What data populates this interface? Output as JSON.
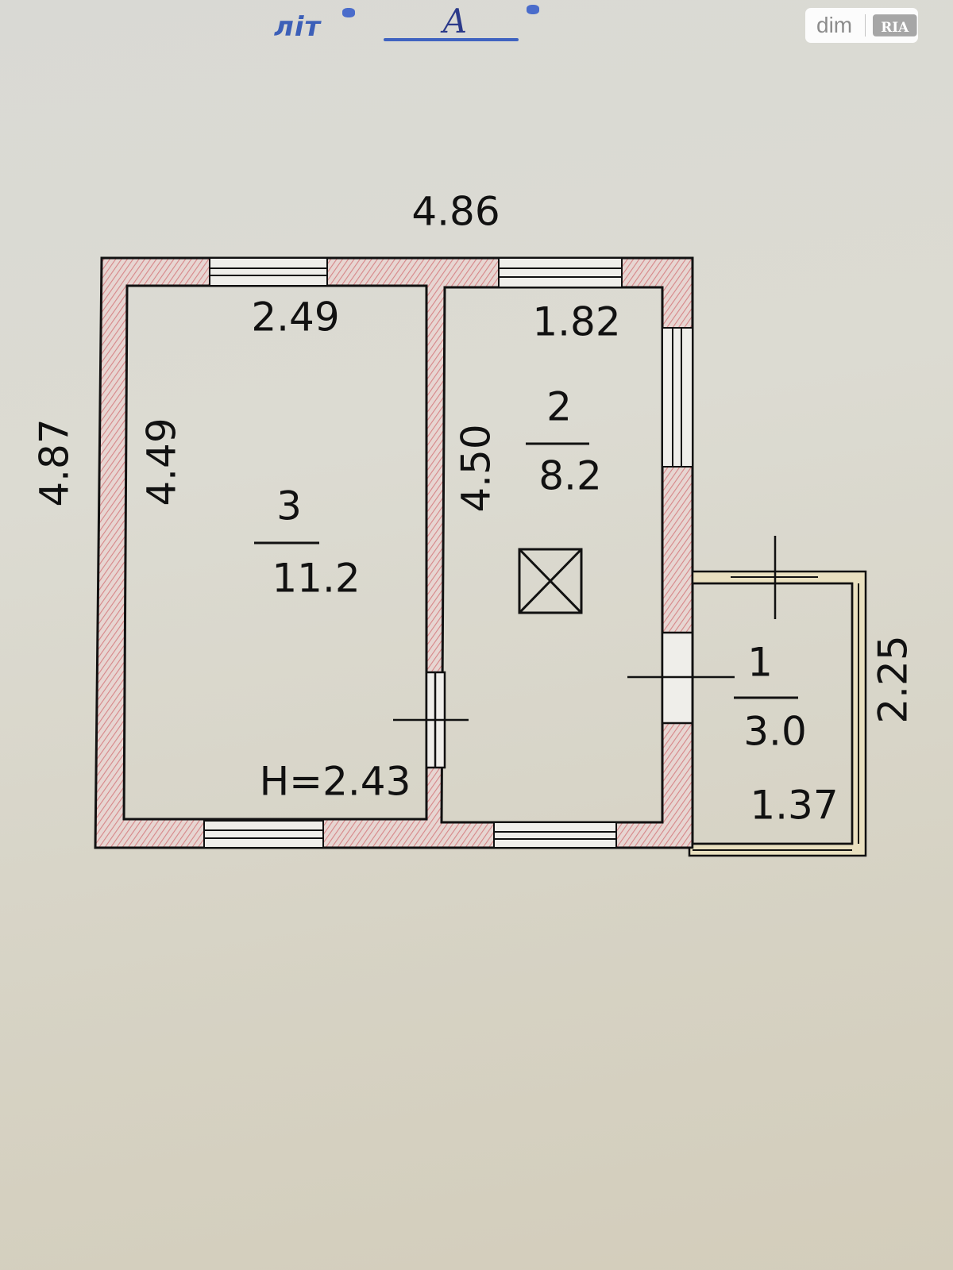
{
  "stamp": {
    "label": "літ",
    "letter": "А",
    "color": "#3c5fb8"
  },
  "watermark": {
    "brand": "dim",
    "logo": "RIA"
  },
  "plan": {
    "colors": {
      "wall_fill": "#e7d6d2",
      "wall_hatch": "#d06a6e",
      "line": "#111111",
      "balcony_fill": "#e9e0c0"
    },
    "overall_width": "4.86",
    "overall_height": "4.87",
    "ceiling_height": "H=2.43",
    "balcony_height": "2.25",
    "rooms": [
      {
        "number": "3",
        "area": "11.2",
        "width": "2.49",
        "length": "4.49"
      },
      {
        "number": "2",
        "area": "8.2",
        "width": "1.82",
        "length": "4.50"
      },
      {
        "number": "1",
        "area": "3.0",
        "width": "1.37"
      }
    ],
    "symbols": {
      "stove": "stove-cross-icon"
    }
  }
}
